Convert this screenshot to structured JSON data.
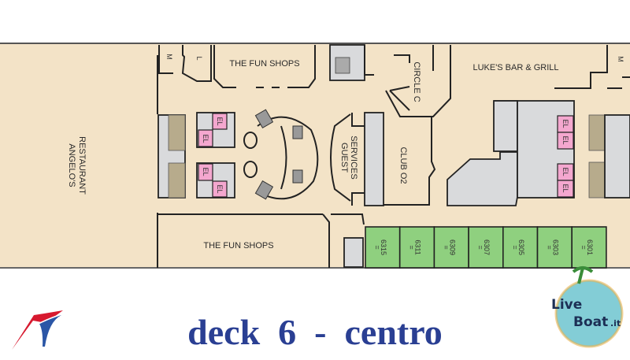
{
  "plan": {
    "areas": {
      "angelos_restaurant": [
        "ANGELO'S",
        "RESTAURANT"
      ],
      "fun_shops_top": "THE FUN SHOPS",
      "fun_shops_bottom": "THE FUN SHOPS",
      "circle_c": "CIRCLE C",
      "lukes_bar": "LUKE'S BAR & GRILL",
      "guest_services": [
        "GUEST",
        "SERVICES"
      ],
      "club_o2": "CLUB O2"
    },
    "restroom_labels": {
      "men": "M",
      "ladies": "L"
    },
    "elevator_label": "EL",
    "cabins": [
      "6315",
      "6311",
      "6309",
      "6307",
      "6305",
      "6303",
      "6301"
    ],
    "colors": {
      "floor": "#f3e3c7",
      "cabin": "#8fd07f",
      "elevator": "#f4a7cf",
      "service": "#d9dadc"
    }
  },
  "footer": {
    "title": "deck  6  -  centro",
    "brand_logo": "carnival-funnel-logo",
    "watermark": "LiveBoat.it",
    "watermark_parts": {
      "line1": "Live",
      "line2": "Boat",
      "suffix": ".it"
    }
  }
}
